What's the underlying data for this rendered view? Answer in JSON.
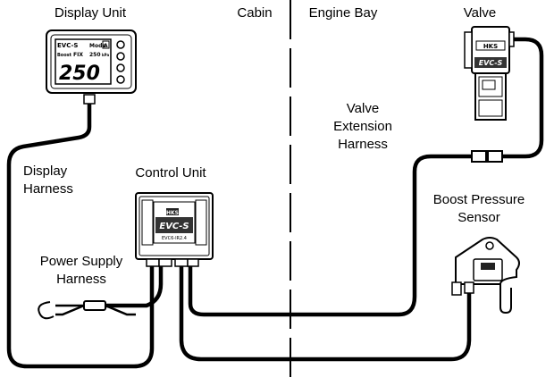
{
  "zones": {
    "left": "Cabin",
    "right": "Engine Bay"
  },
  "components": {
    "display_unit": {
      "label": "Display Unit",
      "screen": {
        "brand": "EVC-S",
        "mode": "Mode",
        "mode_value": "A",
        "row2_left": "Boost",
        "row2_mid": "FIX",
        "row2_right": "250",
        "row2_unit": "kPa",
        "big_value": "250"
      }
    },
    "control_unit": {
      "label": "Control Unit",
      "badge": "HKS",
      "brand": "EVC-S",
      "model": "EVC6-IR2.4"
    },
    "valve": {
      "label": "Valve",
      "badge": "HKS",
      "brand": "EVC-S"
    },
    "boost_sensor": {
      "label_line1": "Boost Pressure",
      "label_line2": "Sensor"
    }
  },
  "harnesses": {
    "display": {
      "line1": "Display",
      "line2": "Harness"
    },
    "power": {
      "line1": "Power Supply",
      "line2": "Harness"
    },
    "valve_ext": {
      "line1": "Valve",
      "line2": "Extension",
      "line3": "Harness"
    }
  }
}
